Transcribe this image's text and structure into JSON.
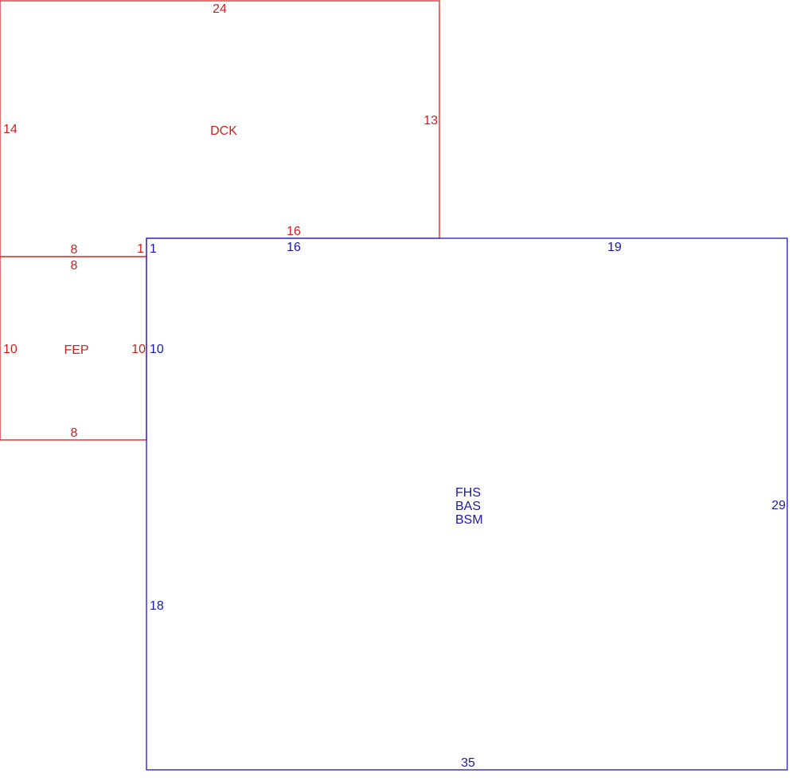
{
  "sketch": {
    "colors": {
      "red_area": "#d62020",
      "blue_area": "#1a1acc"
    },
    "dck": {
      "name": "DCK",
      "top": "24",
      "left": "14",
      "right": "13",
      "bottom": "16",
      "left_lower": "8",
      "left_corner": "1"
    },
    "fep": {
      "name": "FEP",
      "top": "8",
      "left": "10",
      "right": "10",
      "bottom": "8"
    },
    "main": {
      "names": [
        "FHS",
        "BAS",
        "BSM"
      ],
      "top_left_corner": "1",
      "top_mid": "16",
      "top_right": "19",
      "left_upper": "10",
      "left_lower": "18",
      "right": "29",
      "bottom": "35"
    }
  }
}
